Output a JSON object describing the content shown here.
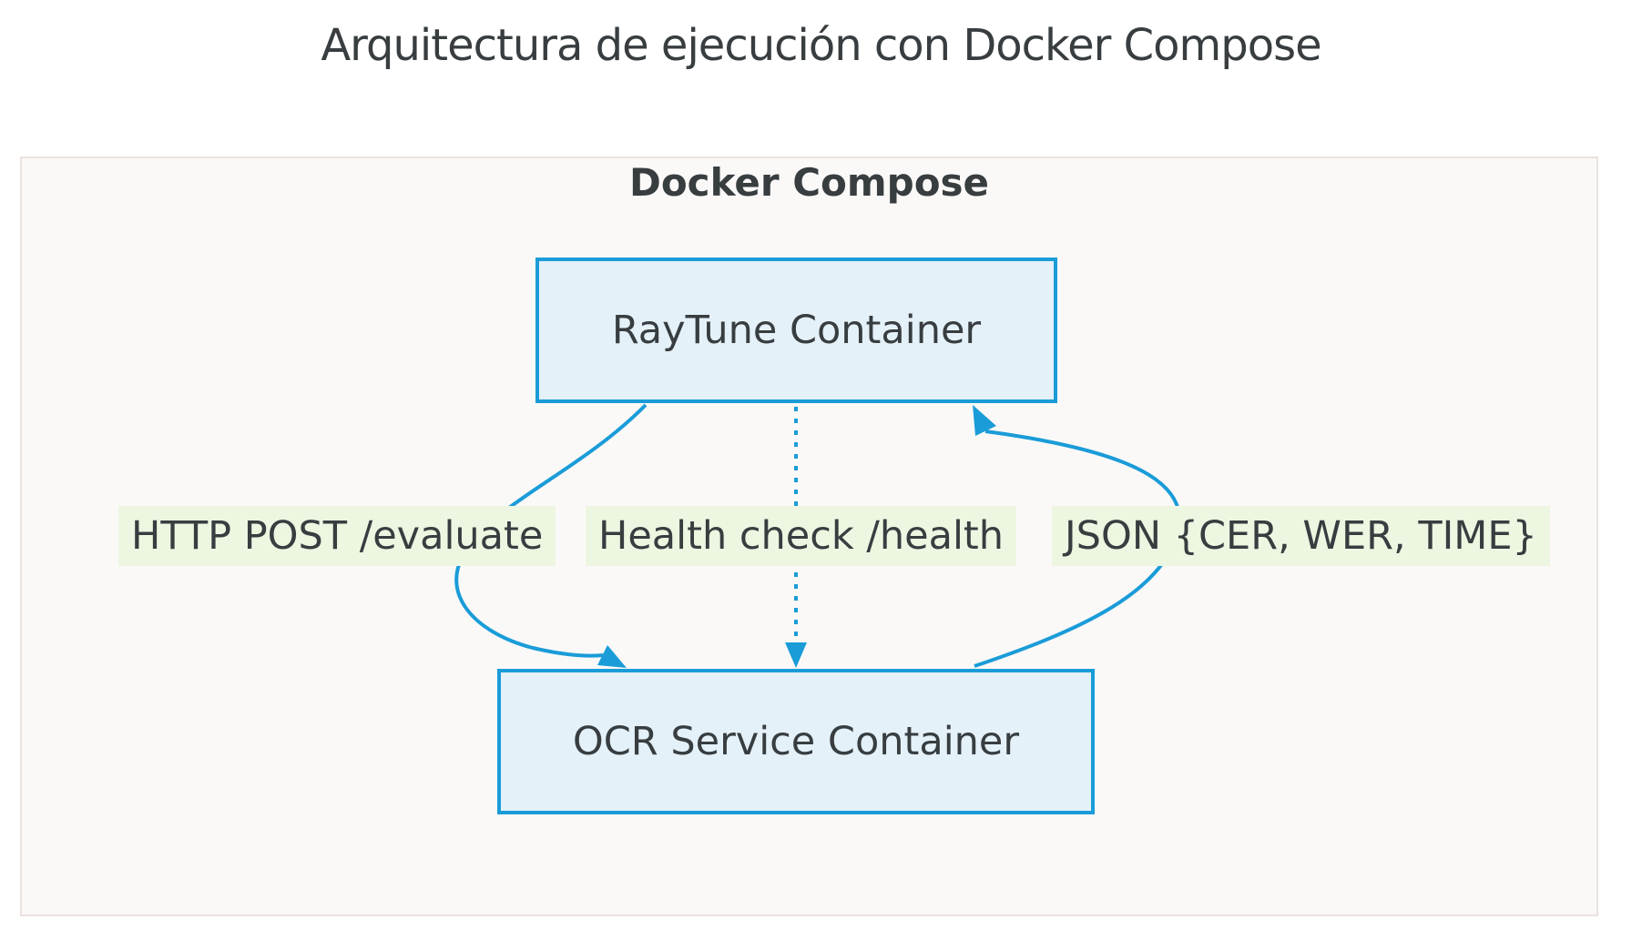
{
  "diagram": {
    "title": "Arquitectura de ejecución con Docker Compose",
    "cluster": {
      "label": "Docker Compose"
    },
    "nodes": {
      "raytune": {
        "label": "RayTune Container"
      },
      "ocr": {
        "label": "OCR Service Container"
      }
    },
    "edges": [
      {
        "from": "RayTune Container",
        "to": "OCR Service Container",
        "label": "HTTP POST /evaluate",
        "style": "solid",
        "arrow": "end"
      },
      {
        "from": "RayTune Container",
        "to": "OCR Service Container",
        "label": "Health check /health",
        "style": "dotted",
        "arrow": "end"
      },
      {
        "from": "OCR Service Container",
        "to": "RayTune Container",
        "label": "JSON {CER, WER, TIME}",
        "style": "solid",
        "arrow": "end"
      }
    ],
    "colors": {
      "edge_blue": "#1A9CD8",
      "node_fill": "#E4F1F9",
      "node_border": "#1A9CD8",
      "edge_label_bg": "#EDF6E1",
      "cluster_fill": "#FBF9F8",
      "cluster_border": "#EBE2DE",
      "text": "#383D40",
      "background": "#FFFFFF"
    }
  }
}
